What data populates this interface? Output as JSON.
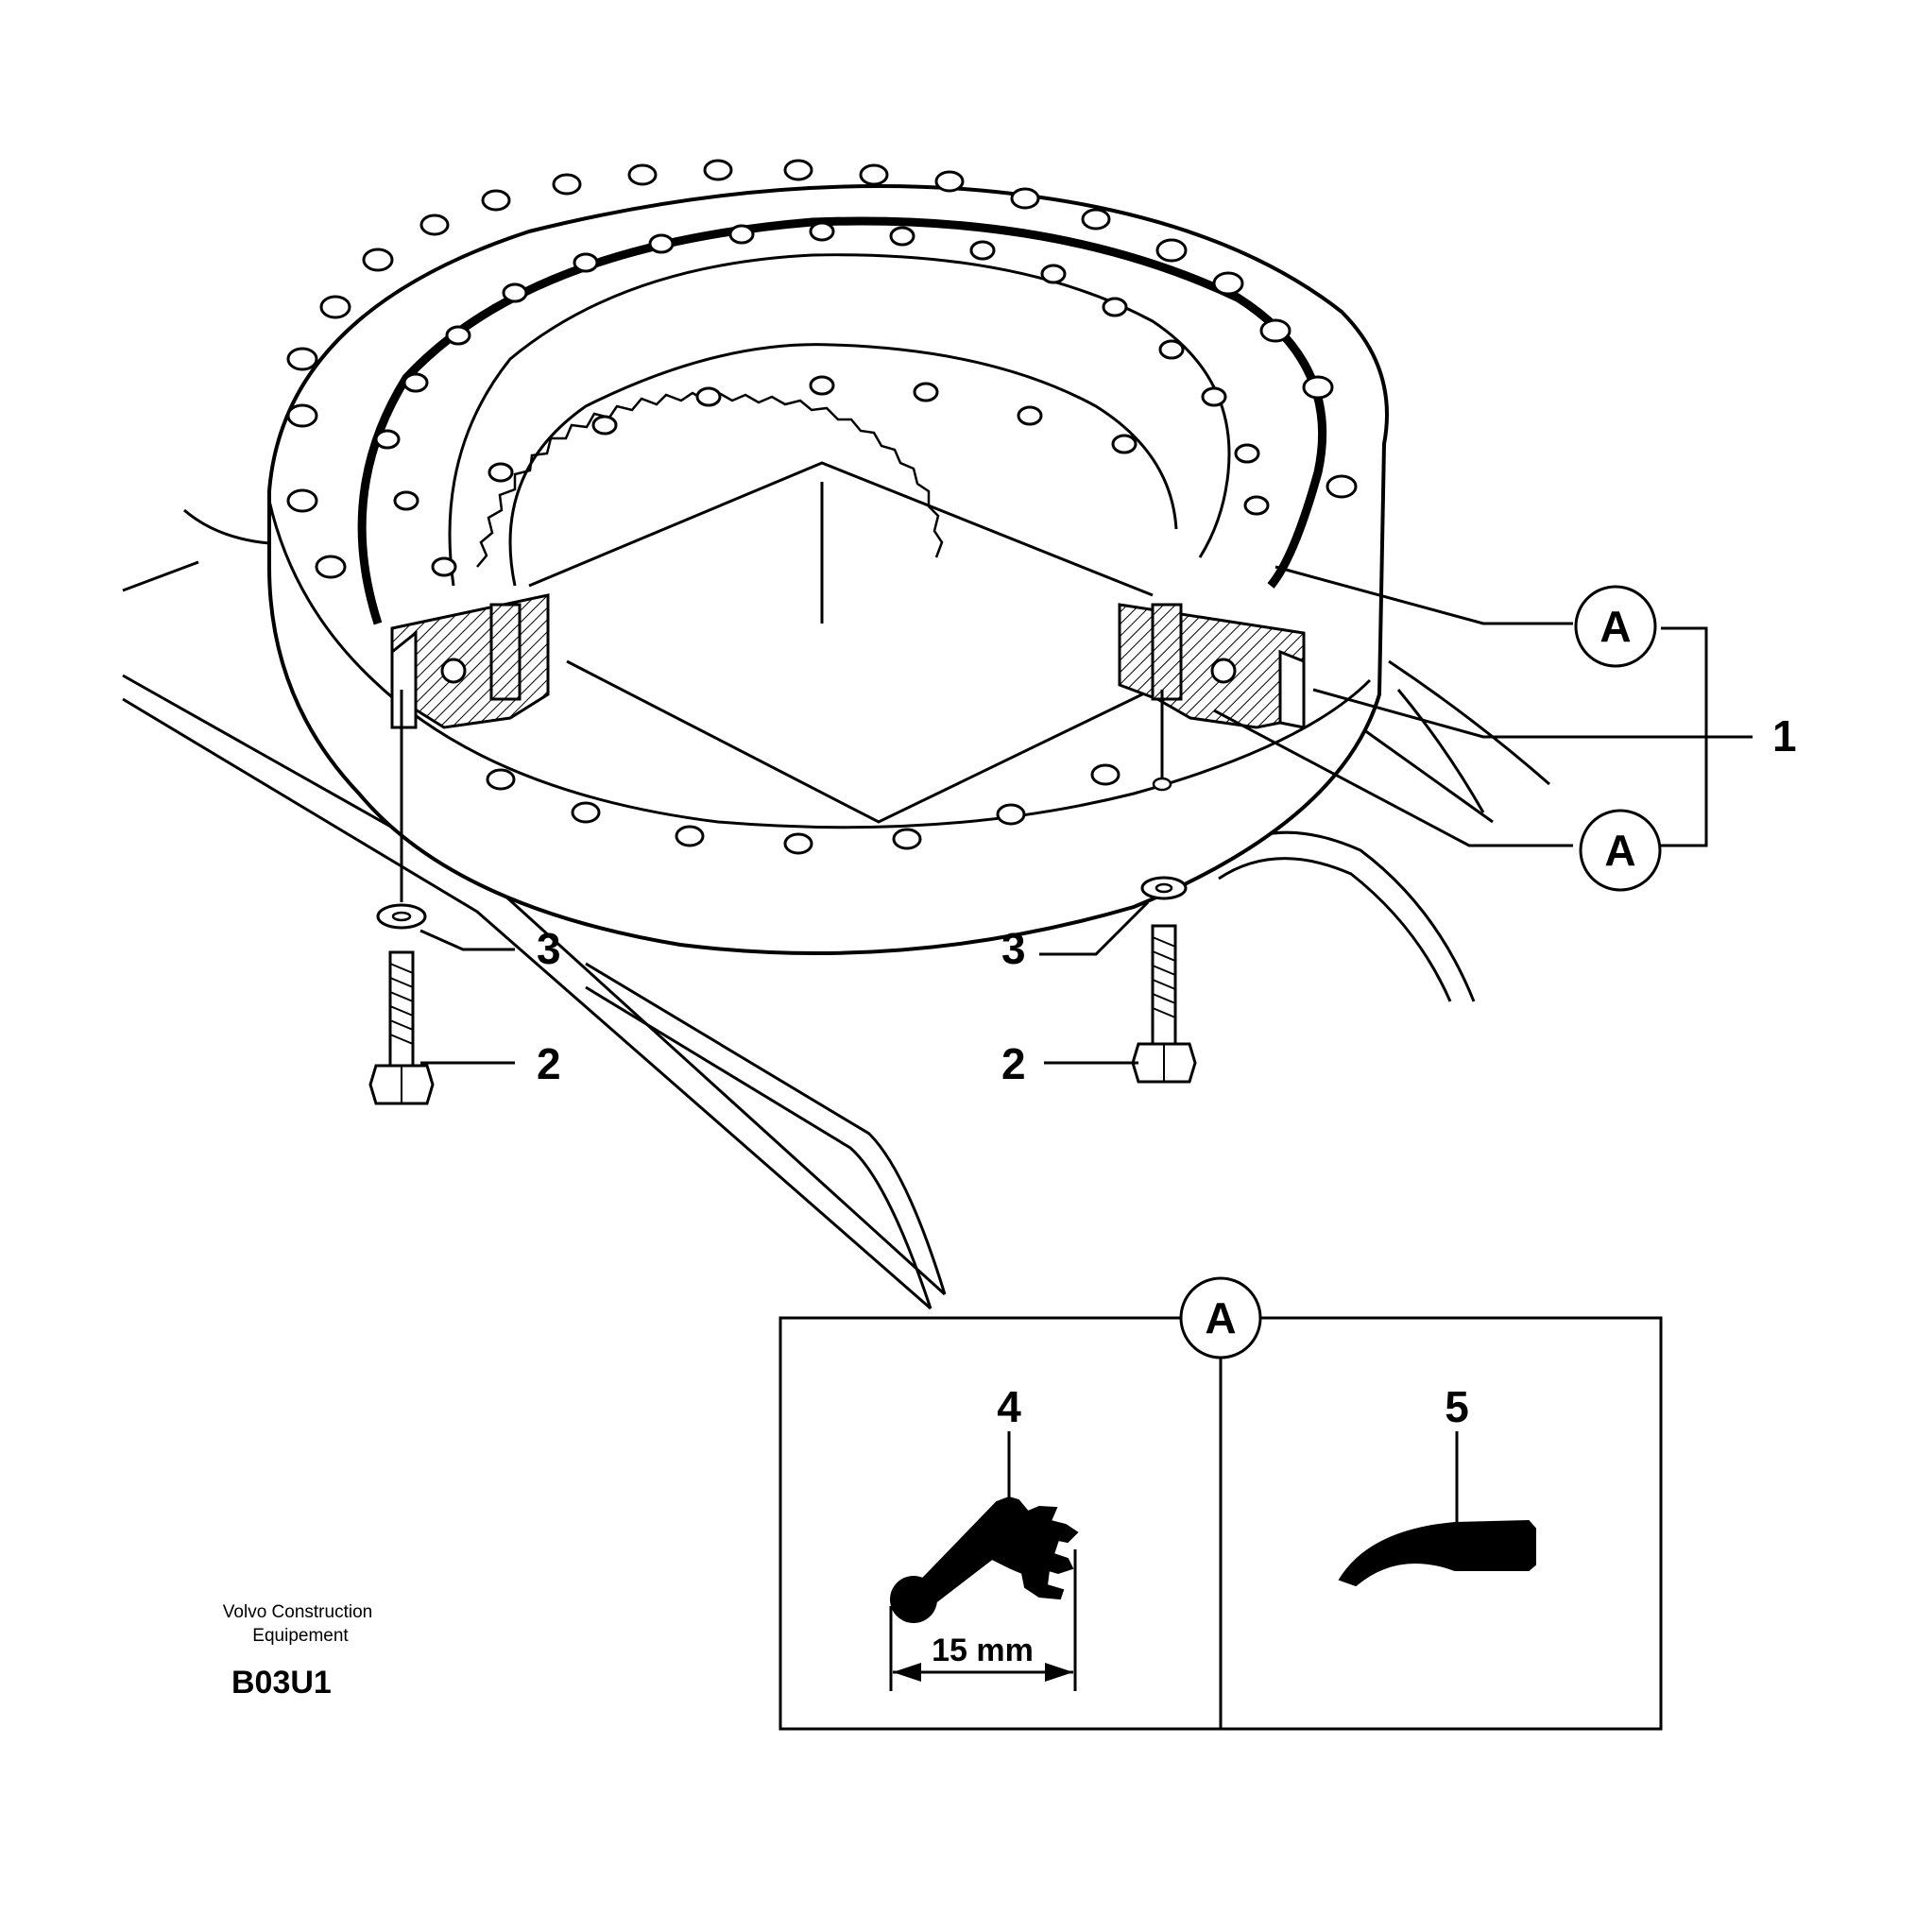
{
  "callouts": {
    "ring_assembly": "1",
    "bolt_left": "2",
    "bolt_right": "2",
    "washer_left": "3",
    "washer_right": "3",
    "seal_inner": "4",
    "seal_outer": "5"
  },
  "detail": {
    "ref_top": "A",
    "ref_bottom": "A",
    "ref_box": "A",
    "dimension": "15 mm"
  },
  "footer": {
    "company_line1": "Volvo Construction",
    "company_line2": "Equipement",
    "drawing_code": "B03U1"
  }
}
